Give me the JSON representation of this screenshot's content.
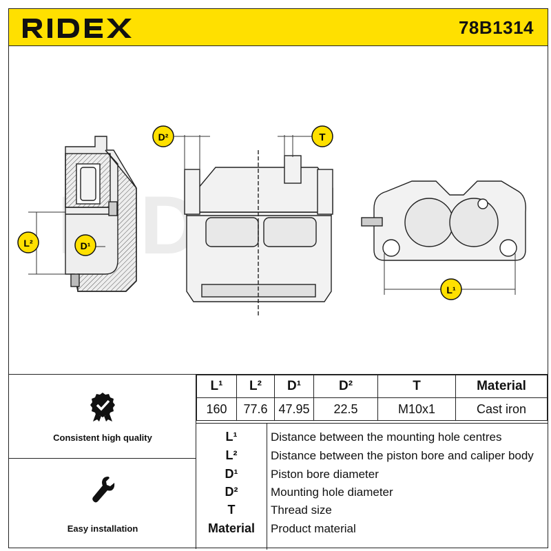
{
  "brand": {
    "name": "RIDEX",
    "accent": "#ffe000"
  },
  "part_number": "78B1314",
  "drawing": {
    "labels": {
      "L1": "L¹",
      "L2": "L²",
      "D1": "D¹",
      "D2": "D²",
      "T": "T"
    }
  },
  "features": [
    {
      "label": "Consistent high quality",
      "icon": "quality-badge-icon"
    },
    {
      "label": "Easy installation",
      "icon": "wrench-icon"
    }
  ],
  "spec_table": {
    "headers": [
      "L¹",
      "L²",
      "D¹",
      "D²",
      "T",
      "Material"
    ],
    "values": [
      "160",
      "77.6",
      "47.95",
      "22.5",
      "M10x1",
      "Cast iron"
    ]
  },
  "legend": [
    {
      "key": "L¹",
      "desc": "Distance between the mounting hole centres"
    },
    {
      "key": "L²",
      "desc": "Distance between the piston bore and caliper body"
    },
    {
      "key": "D¹",
      "desc": "Piston bore diameter"
    },
    {
      "key": "D²",
      "desc": "Mounting hole diameter"
    },
    {
      "key": "T",
      "desc": "Thread size"
    },
    {
      "key": "Material",
      "desc": "Product material"
    }
  ]
}
